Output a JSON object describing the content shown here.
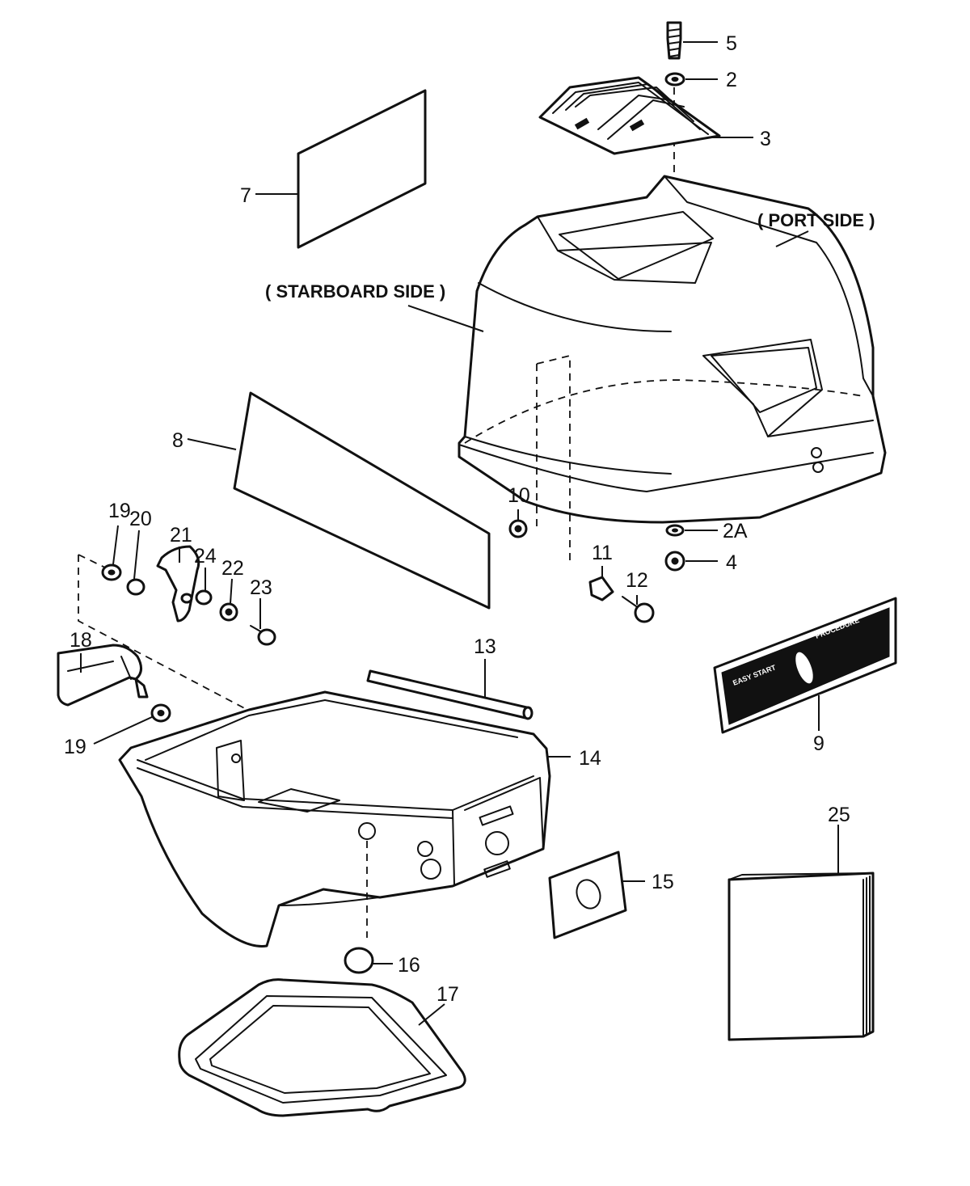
{
  "labels": {
    "port_side": "( PORT SIDE )",
    "starboard_side": "( STARBOARD SIDE )"
  },
  "callouts": {
    "c5": "5",
    "c2": "2",
    "c3": "3",
    "c7": "7",
    "c8": "8",
    "c10": "10",
    "c2a": "2A",
    "c4": "4",
    "c11": "11",
    "c12": "12",
    "c19a": "19",
    "c20": "20",
    "c21": "21",
    "c24": "24",
    "c22": "22",
    "c23": "23",
    "c18": "18",
    "c13": "13",
    "c14": "14",
    "c19b": "19",
    "c9": "9",
    "c25": "25",
    "c15": "15",
    "c16": "16",
    "c17": "17"
  },
  "decal": {
    "left_title": "EASY START",
    "right_title": "PROCEDURE"
  }
}
